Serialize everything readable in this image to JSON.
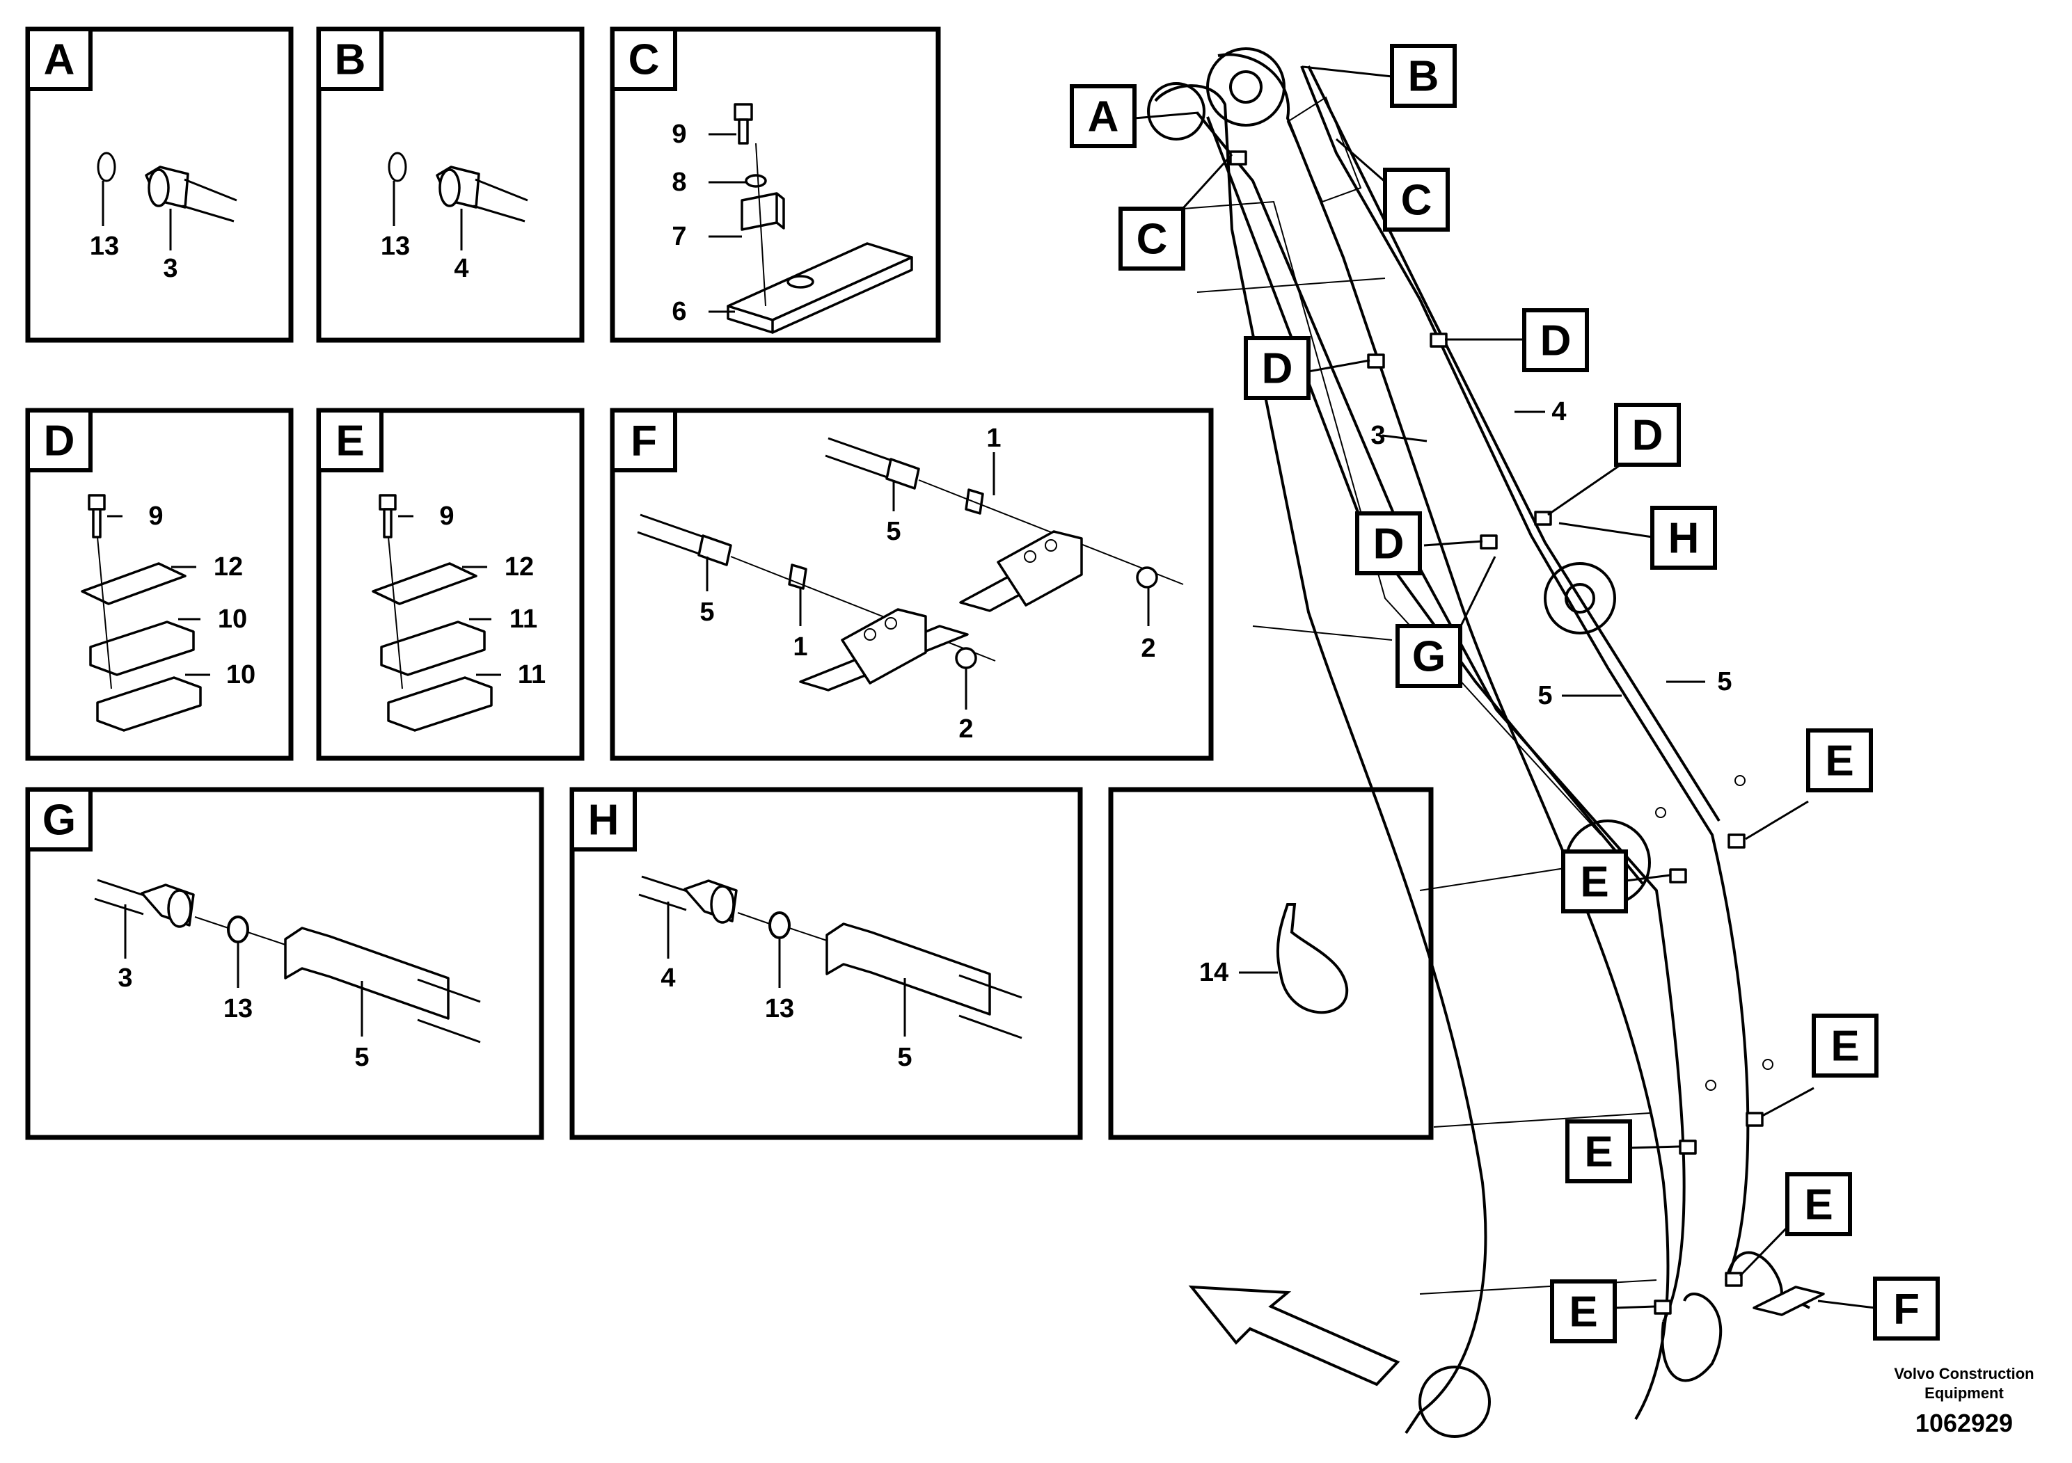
{
  "panels": [
    {
      "id": "A",
      "label": "A",
      "callouts": [
        "13",
        "3"
      ]
    },
    {
      "id": "B",
      "label": "B",
      "callouts": [
        "13",
        "4"
      ]
    },
    {
      "id": "C",
      "label": "C",
      "callouts": [
        "9",
        "8",
        "7",
        "6"
      ]
    },
    {
      "id": "D",
      "label": "D",
      "callouts": [
        "9",
        "12",
        "10",
        "10"
      ]
    },
    {
      "id": "E",
      "label": "E",
      "callouts": [
        "9",
        "12",
        "11",
        "11"
      ]
    },
    {
      "id": "F",
      "label": "F",
      "callouts": [
        "1",
        "5",
        "5",
        "1",
        "2",
        "2"
      ]
    },
    {
      "id": "G",
      "label": "G",
      "callouts": [
        "3",
        "13",
        "5"
      ]
    },
    {
      "id": "H",
      "label": "H",
      "callouts": [
        "4",
        "13",
        "5"
      ]
    },
    {
      "id": "tie",
      "label": "",
      "callouts": [
        "14"
      ]
    }
  ],
  "boom_tags": {
    "A": "A",
    "B": "B",
    "C1": "C",
    "C2": "C",
    "D1": "D",
    "D2": "D",
    "D3": "D",
    "D4": "D",
    "G": "G",
    "H": "H",
    "E1": "E",
    "E2": "E",
    "E3": "E",
    "E4": "E",
    "E5": "E",
    "E6": "E",
    "F": "F"
  },
  "boom_callouts": {
    "n3": "3",
    "n4": "4",
    "n5a": "5",
    "n5b": "5"
  },
  "footer": {
    "company_line1": "Volvo Construction",
    "company_line2": "Equipment",
    "drawing_number": "1062929"
  }
}
